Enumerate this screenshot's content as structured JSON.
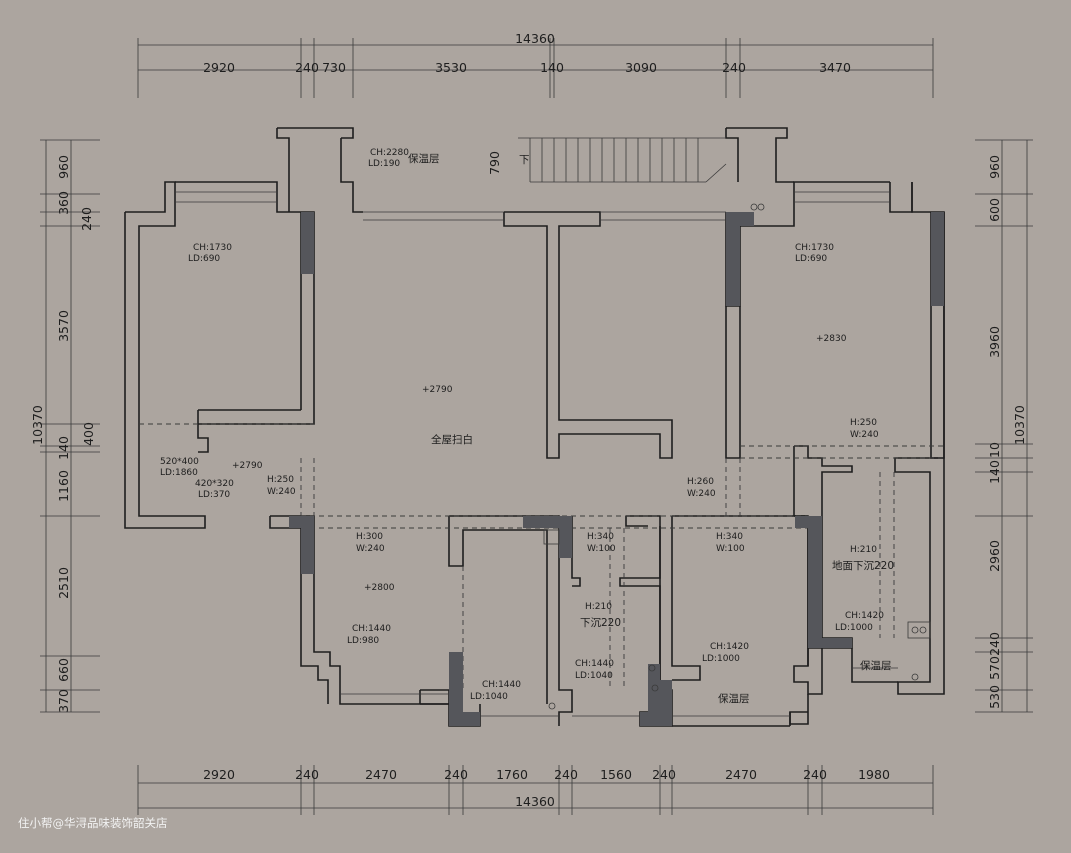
{
  "dimensions": {
    "top_total": "14360",
    "top_segments": [
      "2920",
      "240",
      "730",
      "3530",
      "140",
      "3090",
      "240",
      "3470"
    ],
    "bottom_total": "14360",
    "bottom_segments": [
      "2920",
      "240",
      "2470",
      "240",
      "1760",
      "240",
      "1560",
      "240",
      "2470",
      "240",
      "1980"
    ],
    "left_total": "10370",
    "left_segments": [
      "960",
      "360",
      "240",
      "3570",
      "400",
      "140",
      "1160",
      "2510",
      "660",
      "370"
    ],
    "right_total": "10370",
    "right_segments": [
      "960",
      "600",
      "3960",
      "10",
      "140",
      "2960",
      "240",
      "570",
      "530"
    ]
  },
  "annotations": [
    {
      "id": "balcony_top_ch",
      "text": "CH:2280"
    },
    {
      "id": "balcony_top_ld",
      "text": "LD:190"
    },
    {
      "id": "insul_top",
      "text": "保温层"
    },
    {
      "id": "stair_790",
      "text": "790"
    },
    {
      "id": "stair_down",
      "text": "下"
    },
    {
      "id": "left_room_ch",
      "text": "CH:1730"
    },
    {
      "id": "left_room_ld",
      "text": "LD:690"
    },
    {
      "id": "right_room_ch",
      "text": "CH:1730"
    },
    {
      "id": "right_room_ld",
      "text": "LD:690"
    },
    {
      "id": "right_room_lvl",
      "text": "+2830"
    },
    {
      "id": "center_lvl",
      "text": "+2790"
    },
    {
      "id": "center_note",
      "text": "全屋扫白"
    },
    {
      "id": "win_a1",
      "text": "520*400"
    },
    {
      "id": "win_a2",
      "text": "LD:1860"
    },
    {
      "id": "win_b1",
      "text": "420*320"
    },
    {
      "id": "win_b2",
      "text": "LD:370"
    },
    {
      "id": "left_lvl",
      "text": "+2790"
    },
    {
      "id": "beam1_h",
      "text": "H:250"
    },
    {
      "id": "beam1_w",
      "text": "W:240"
    },
    {
      "id": "beam2_h",
      "text": "H:250"
    },
    {
      "id": "beam2_w",
      "text": "W:240"
    },
    {
      "id": "beam3_h",
      "text": "H:260"
    },
    {
      "id": "beam3_w",
      "text": "W:240"
    },
    {
      "id": "beam4_h",
      "text": "H:300"
    },
    {
      "id": "beam4_w",
      "text": "W:240"
    },
    {
      "id": "beam5_h",
      "text": "H:340"
    },
    {
      "id": "beam5_w",
      "text": "W:100"
    },
    {
      "id": "beam6_h",
      "text": "H:340"
    },
    {
      "id": "beam6_w",
      "text": "W:100"
    },
    {
      "id": "bl_lvl",
      "text": "+2800"
    },
    {
      "id": "bl_ch",
      "text": "CH:1440"
    },
    {
      "id": "bl_ld",
      "text": "LD:980"
    },
    {
      "id": "bm_ch",
      "text": "CH:1440"
    },
    {
      "id": "bm_ld",
      "text": "LD:1040"
    },
    {
      "id": "bath_h",
      "text": "H:210"
    },
    {
      "id": "bath_sink",
      "text": "下沉220"
    },
    {
      "id": "bath_ch",
      "text": "CH:1440"
    },
    {
      "id": "bath_ld",
      "text": "LD:1040"
    },
    {
      "id": "br_ch",
      "text": "CH:1420"
    },
    {
      "id": "br_ld",
      "text": "LD:1000"
    },
    {
      "id": "insul_bottom",
      "text": "保温层"
    },
    {
      "id": "rbath_h",
      "text": "H:210"
    },
    {
      "id": "rbath_sink",
      "text": "地面下沉220"
    },
    {
      "id": "rbath_ch",
      "text": "CH:1420"
    },
    {
      "id": "rbath_ld",
      "text": "LD:1000"
    },
    {
      "id": "insul_right",
      "text": "保温层"
    }
  ],
  "watermark": "住小帮@华浔品味装饰韶关店",
  "colors": {
    "background": "#aca59f",
    "wall": "#1e1e1e",
    "column": "#55565b"
  }
}
